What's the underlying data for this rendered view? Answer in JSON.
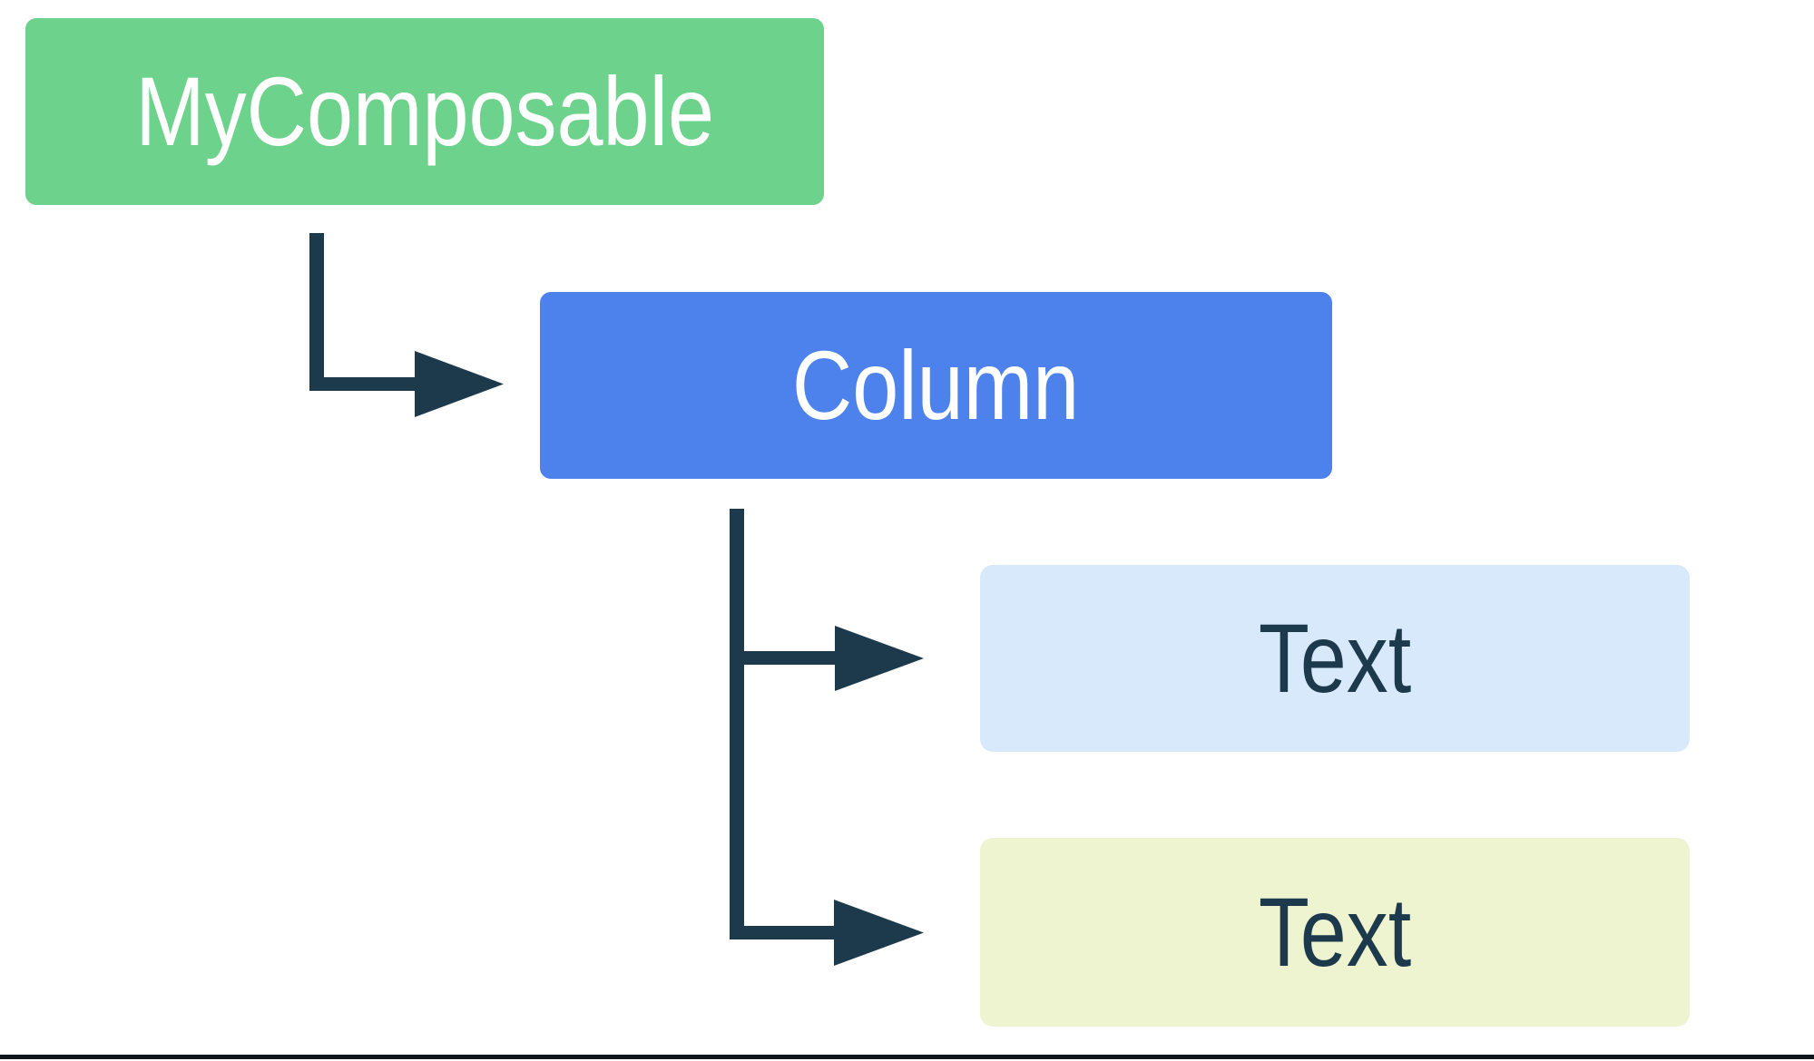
{
  "diagram": {
    "type": "tree",
    "background": "#ffffff",
    "connector_color": "#1d3a4c",
    "bottom_rule_color": "#10181e",
    "nodes": [
      {
        "id": "my-composable",
        "label": "MyComposable",
        "fill": "#6dd28b",
        "label_color": "#ffffff"
      },
      {
        "id": "column",
        "label": "Column",
        "fill": "#4d82ec",
        "label_color": "#ffffff"
      },
      {
        "id": "text-1",
        "label": "Text",
        "fill": "#d8e9fc",
        "label_color": "#1d3a4c"
      },
      {
        "id": "text-2",
        "label": "Text",
        "fill": "#eef3d0",
        "label_color": "#1d3a4c"
      }
    ],
    "edges": [
      {
        "from": "my-composable",
        "to": "column"
      },
      {
        "from": "column",
        "to": "text-1"
      },
      {
        "from": "column",
        "to": "text-2"
      }
    ]
  }
}
